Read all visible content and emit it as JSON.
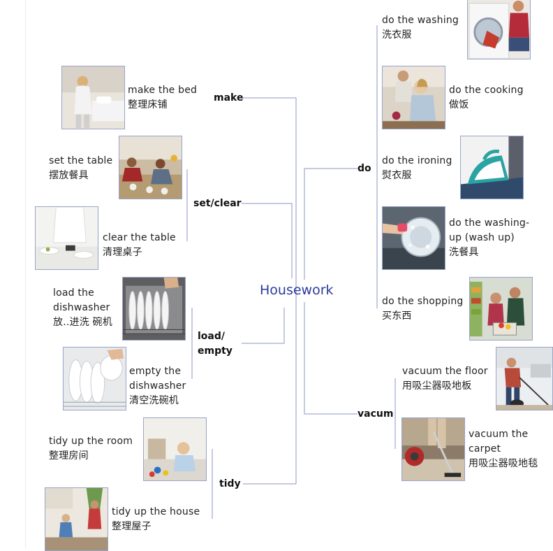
{
  "center": "Housework",
  "branches": {
    "make": {
      "label": "make",
      "items": [
        {
          "en": "make the bed",
          "zh": "整理床铺",
          "image": "person-making-bed-photo"
        }
      ]
    },
    "set_clear": {
      "label": "set/clear",
      "items": [
        {
          "en": "set the table",
          "zh": "摆放餐具",
          "image": "people-setting-table-photo"
        },
        {
          "en": "clear the table",
          "zh": "清理桌子",
          "image": "hand-clearing-table-photo"
        }
      ]
    },
    "load_empty": {
      "label": [
        "load/",
        "empty"
      ],
      "items": [
        {
          "en": [
            "load the",
            "dishwasher"
          ],
          "zh": "放..进洗 碗机",
          "image": "plates-in-dishwasher-photo"
        },
        {
          "en": [
            "empty the",
            "dishwasher"
          ],
          "zh": "清空洗碗机",
          "image": "emptying-dishwasher-photo"
        }
      ]
    },
    "tidy": {
      "label": "tidy",
      "items": [
        {
          "en": "tidy up the room",
          "zh": "整理房间",
          "image": "child-with-toys-photo"
        },
        {
          "en": "tidy up the house",
          "zh": "整理屋子",
          "image": "family-tidying-house-photo"
        }
      ]
    },
    "do": {
      "label": "do",
      "items": [
        {
          "en": "do the washing",
          "zh": "洗衣服",
          "image": "washing-machine-photo"
        },
        {
          "en": "do the cooking",
          "zh": "做饭",
          "image": "girl-cooking-photo"
        },
        {
          "en": "do the ironing",
          "zh": "熨衣服",
          "image": "iron-photo"
        },
        {
          "en": [
            "do the washing-",
            "up (wash up)"
          ],
          "zh": "洗餐具",
          "image": "washing-dishes-photo"
        },
        {
          "en": "do the shopping",
          "zh": "买东西",
          "image": "grocery-shopping-photo"
        }
      ]
    },
    "vacum": {
      "label": "vacum",
      "items": [
        {
          "en": "vacuum the floor",
          "zh": "用吸尘器吸地板",
          "image": "man-vacuuming-photo"
        },
        {
          "en": [
            "vacuum the",
            "carpet"
          ],
          "zh": "用吸尘器吸地毯",
          "image": "vacuum-carpet-photo"
        }
      ]
    }
  }
}
